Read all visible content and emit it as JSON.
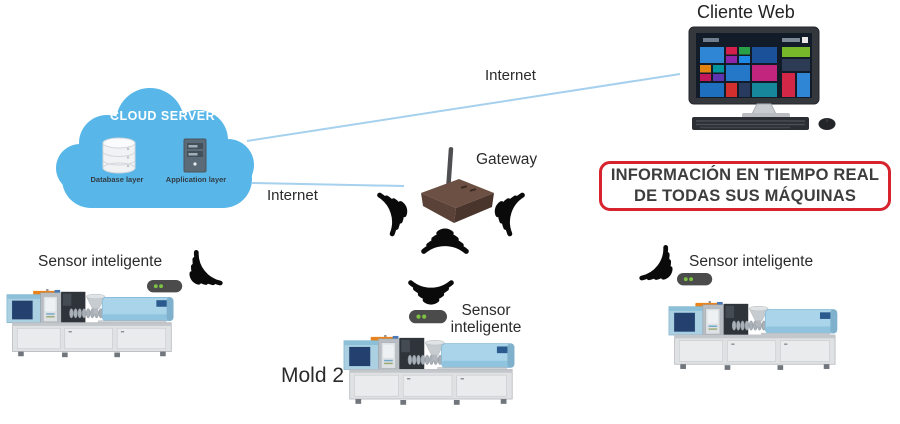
{
  "cloud": {
    "title": "CLOUD SERVER",
    "database_label": "Database layer",
    "application_label": "Application layer"
  },
  "client": {
    "title": "Cliente Web"
  },
  "gateway": {
    "label": "Gateway"
  },
  "links": {
    "internet_top_label": "Internet",
    "internet_bottom_label": "Internet"
  },
  "info_box": {
    "line1": "INFORMACIÓN EN TIEMPO REAL",
    "line2": "DE TODAS SUS MÁQUINAS"
  },
  "sensors": {
    "left_label": "Sensor inteligente",
    "middle_label_line1": "Sensor",
    "middle_label_line2": "inteligente",
    "right_label": "Sensor inteligente"
  },
  "machines": {
    "middle_label": "Mold 2"
  },
  "icons": {
    "cloud": "cloud-shape",
    "database": "database-cylinder-icon",
    "application": "application-server-icon",
    "gateway_device": "wireless-gateway-box-icon",
    "wifi": "wifi-signal-arcs-icon",
    "sensor_device": "smart-sensor-led-icon",
    "machine": "injection-molding-machine-icon",
    "client_pc": "all-in-one-desktop-icon",
    "keyboard": "keyboard-icon",
    "mouse": "mouse-icon"
  },
  "colors": {
    "cloud_blue": "#58b7e8",
    "connection_line_blue": "#a5d0ee",
    "info_box_border_red": "#d6232e",
    "sensor_led_green": "#7dc242",
    "wifi_black": "#0a0a0a",
    "text_dark": "#2b2b2b"
  }
}
